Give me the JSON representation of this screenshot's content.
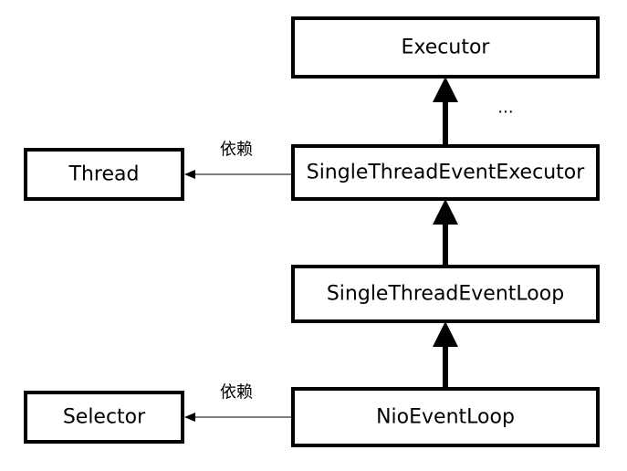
{
  "nodes": {
    "executor": "Executor",
    "single_thread_event_executor": "SingleThreadEventExecutor",
    "single_thread_event_loop": "SingleThreadEventLoop",
    "nio_event_loop": "NioEventLoop",
    "thread": "Thread",
    "selector": "Selector"
  },
  "labels": {
    "ellipsis": "...",
    "dependency_top": "依赖",
    "dependency_bottom": "依赖"
  },
  "colors": {
    "stroke": "#000000",
    "fill": "#ffffff",
    "text": "#000000"
  }
}
